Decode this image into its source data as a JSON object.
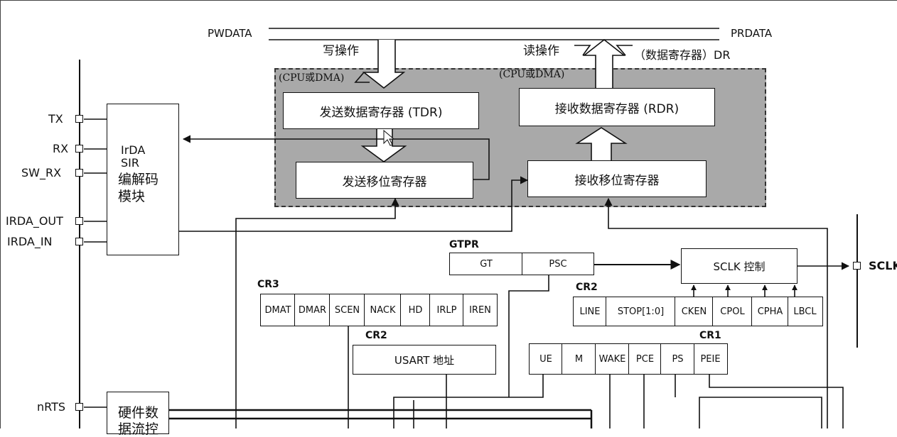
{
  "diagram": {
    "bus": {
      "pwdata": "PWDATA",
      "prdata": "PRDATA",
      "write_op": "写操作",
      "read_op": "读操作",
      "data_register": "（数据寄存器）DR",
      "cpu_dma_left": "(CPU或DMA)",
      "cpu_dma_right": "(CPU或DMA)"
    },
    "registers": {
      "tdr": "发送数据寄存器 (TDR)",
      "rdr": "接收数据寄存器 (RDR)",
      "tx_shift": "发送移位寄存器",
      "rx_shift": "接收移位寄存器"
    },
    "irda": {
      "line1": "IrDA",
      "line2": "SIR",
      "line3": "编解码",
      "line4": "模块"
    },
    "hw_flow": {
      "line1": "硬件数",
      "line2": "据流控"
    },
    "pins": {
      "tx": "TX",
      "rx": "RX",
      "sw_rx": "SW_RX",
      "irda_out": "IRDA_OUT",
      "irda_in": "IRDA_IN",
      "nrts": "nRTS",
      "sclk": "SCLK"
    },
    "gtpr": {
      "label": "GTPR",
      "fields": [
        "GT",
        "PSC"
      ]
    },
    "sclk_ctrl": "SCLK 控制",
    "cr3": {
      "label": "CR3",
      "fields": [
        "DMAT",
        "DMAR",
        "SCEN",
        "NACK",
        "HD",
        "IRLP",
        "IREN"
      ]
    },
    "cr2_top": {
      "label": "CR2",
      "fields": [
        "LINE",
        "STOP[1:0]",
        "CKEN",
        "CPOL",
        "CPHA",
        "LBCL"
      ]
    },
    "cr2_addr": {
      "label": "CR2",
      "text": "USART 地址"
    },
    "cr1": {
      "label": "CR1",
      "fields": [
        "UE",
        "M",
        "WAKE",
        "PCE",
        "PS",
        "PEIE"
      ]
    }
  }
}
